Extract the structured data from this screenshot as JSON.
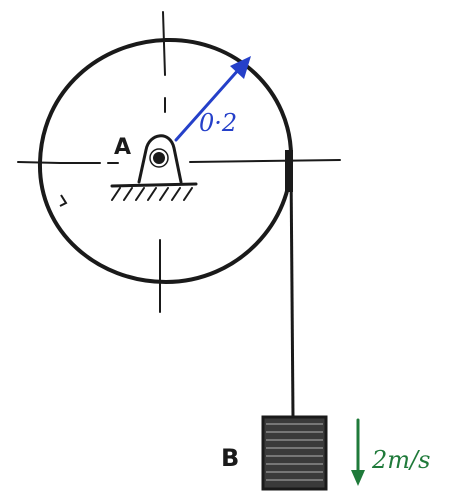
{
  "labels": {
    "pivot": "A",
    "radius": "0·2",
    "block": "B",
    "velocity": "2m/s"
  },
  "colors": {
    "ink": "#1a1a1a",
    "radius": "#2540c9",
    "velocity": "#1f7a3a",
    "background": "#ffffff"
  }
}
